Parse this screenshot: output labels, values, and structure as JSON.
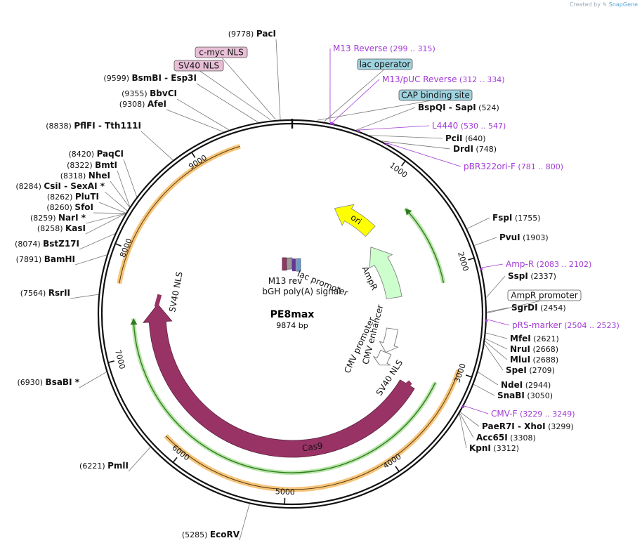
{
  "credit": {
    "prefix": "Created by",
    "brand": "SnapGene"
  },
  "plasmid": {
    "name": "PE8max",
    "size_label": "9874 bp",
    "length": 9874
  },
  "ticks": [
    {
      "bp": 1000,
      "label": "1000"
    },
    {
      "bp": 2000,
      "label": "2000"
    },
    {
      "bp": 3000,
      "label": "3000"
    },
    {
      "bp": 4000,
      "label": "4000"
    },
    {
      "bp": 5000,
      "label": "5000"
    },
    {
      "bp": 6000,
      "label": "6000"
    },
    {
      "bp": 7000,
      "label": "7000"
    },
    {
      "bp": 8000,
      "label": "8000"
    },
    {
      "bp": 9000,
      "label": "9000"
    }
  ],
  "enzymes": [
    {
      "name": "PacI",
      "pos": "(9778)",
      "bp": 9778,
      "side": "left"
    },
    {
      "name": "BsmBI",
      "name2": "Esp3I",
      "pos": "(9599)",
      "bp": 9599,
      "side": "left"
    },
    {
      "name": "BbvCI",
      "pos": "(9355)",
      "bp": 9355,
      "side": "left"
    },
    {
      "name": "AfeI",
      "pos": "(9308)",
      "bp": 9308,
      "side": "left"
    },
    {
      "name": "PflFI",
      "name2": "Tth111I",
      "pos": "(8838)",
      "bp": 8838,
      "side": "left"
    },
    {
      "name": "PaqCI",
      "pos": "(8420)",
      "bp": 8420,
      "side": "left"
    },
    {
      "name": "BmtI",
      "pos": "(8322)",
      "bp": 8322,
      "side": "left"
    },
    {
      "name": "NheI",
      "pos": "(8318)",
      "bp": 8318,
      "side": "left"
    },
    {
      "name": "CsiI",
      "name2": "SexAI *",
      "pos": "(8284)",
      "bp": 8284,
      "side": "left"
    },
    {
      "name": "PluTI",
      "pos": "(8262)",
      "bp": 8262,
      "side": "left"
    },
    {
      "name": "SfoI",
      "pos": "(8260)",
      "bp": 8260,
      "side": "left"
    },
    {
      "name": "NarI *",
      "pos": "(8259)",
      "bp": 8259,
      "side": "left"
    },
    {
      "name": "KasI",
      "pos": "(8258)",
      "bp": 8258,
      "side": "left"
    },
    {
      "name": "BstZ17I",
      "pos": "(8074)",
      "bp": 8074,
      "side": "left"
    },
    {
      "name": "BamHI",
      "pos": "(7891)",
      "bp": 7891,
      "side": "left"
    },
    {
      "name": "RsrII",
      "pos": "(7564)",
      "bp": 7564,
      "side": "left"
    },
    {
      "name": "BsaBI *",
      "pos": "(6930)",
      "bp": 6930,
      "side": "left"
    },
    {
      "name": "PmlI",
      "pos": "(6221)",
      "bp": 6221,
      "side": "left"
    },
    {
      "name": "EcoRV",
      "pos": "(5285)",
      "bp": 5285,
      "side": "left"
    },
    {
      "name": "BspQI",
      "name2": "SapI",
      "pos": "(524)",
      "bp": 524,
      "side": "right"
    },
    {
      "name": "PciI",
      "pos": "(640)",
      "bp": 640,
      "side": "right"
    },
    {
      "name": "DrdI",
      "pos": "(748)",
      "bp": 748,
      "side": "right"
    },
    {
      "name": "FspI",
      "pos": "(1755)",
      "bp": 1755,
      "side": "right"
    },
    {
      "name": "PvuI",
      "pos": "(1903)",
      "bp": 1903,
      "side": "right"
    },
    {
      "name": "SspI",
      "pos": "(2337)",
      "bp": 2337,
      "side": "right"
    },
    {
      "name": "SgrDI",
      "pos": "(2454)",
      "bp": 2454,
      "side": "right"
    },
    {
      "name": "MfeI",
      "pos": "(2621)",
      "bp": 2621,
      "side": "right"
    },
    {
      "name": "NruI",
      "pos": "(2668)",
      "bp": 2668,
      "side": "right"
    },
    {
      "name": "MluI",
      "pos": "(2688)",
      "bp": 2688,
      "side": "right"
    },
    {
      "name": "SpeI",
      "pos": "(2709)",
      "bp": 2709,
      "side": "right"
    },
    {
      "name": "NdeI",
      "pos": "(2944)",
      "bp": 2944,
      "side": "right"
    },
    {
      "name": "SnaBI",
      "pos": "(3050)",
      "bp": 3050,
      "side": "right"
    },
    {
      "name": "PaeR7I",
      "name2": "XhoI",
      "pos": "(3299)",
      "bp": 3299,
      "side": "right"
    },
    {
      "name": "Acc65I",
      "pos": "(3308)",
      "bp": 3308,
      "side": "right"
    },
    {
      "name": "KpnI",
      "pos": "(3312)",
      "bp": 3312,
      "side": "right"
    }
  ],
  "primers": [
    {
      "name": "M13 Reverse",
      "range": "(299 .. 315)",
      "bp": 307
    },
    {
      "name": "M13/pUC Reverse",
      "range": "(312 .. 334)",
      "bp": 323
    },
    {
      "name": "L4440",
      "range": "(530 .. 547)",
      "bp": 538
    },
    {
      "name": "pBR322ori-F",
      "range": "(781 .. 800)",
      "bp": 790
    },
    {
      "name": "Amp-R",
      "range": "(2083 .. 2102)",
      "bp": 2092
    },
    {
      "name": "pRS-marker",
      "range": "(2504 .. 2523)",
      "bp": 2513
    },
    {
      "name": "CMV-F",
      "range": "(3229 .. 3249)",
      "bp": 3239
    }
  ],
  "boxed_labels": [
    {
      "text": "c-myc NLS",
      "color": "#e8bfd6",
      "bp": 9740
    },
    {
      "text": "SV40 NLS",
      "color": "#e8bfd6",
      "bp": 9700
    },
    {
      "text": "lac operator",
      "color": "#9fd3e0",
      "bp": 260
    },
    {
      "text": "CAP binding site",
      "color": "#9fd3e0",
      "bp": 200
    },
    {
      "text": "AmpR promoter",
      "color": "#ffffff",
      "bp": 2460
    }
  ],
  "features": [
    {
      "name": "ori",
      "start": 600,
      "end": 1190,
      "dir": "ccw",
      "color": "#ffff00",
      "label": "ori"
    },
    {
      "name": "AmpR",
      "start": 1360,
      "end": 2220,
      "dir": "ccw",
      "color": "#ccffcc",
      "label": "AmpR"
    },
    {
      "name": "CMV enhancer",
      "start": 2700,
      "end": 3080,
      "dir": "cw",
      "color": "#ffffff",
      "label": "CMV enhancer"
    },
    {
      "name": "CMV promoter",
      "start": 3080,
      "end": 3300,
      "dir": "cw",
      "color": "#ffffff",
      "label": "CMV promoter"
    },
    {
      "name": "Cas9",
      "start": 3330,
      "end": 7520,
      "dir": "cw",
      "color": "#993366",
      "label": "Cas9"
    },
    {
      "name": "SV40 NLS",
      "start": 7540,
      "end": 7580,
      "dir": "none",
      "color": "#993366",
      "label": "SV40 NLS"
    },
    {
      "name": "bGH poly(A) signal",
      "start": 9680,
      "end": 9870,
      "dir": "none",
      "color": "#999999",
      "label": "bGH poly(A) signal"
    },
    {
      "name": "lac promoter",
      "start": 140,
      "end": 170,
      "dir": "none",
      "color": "#6699cc",
      "label": "lac promoter"
    },
    {
      "name": "M13 rev",
      "start": 100,
      "end": 130,
      "dir": "none",
      "color": "#cc66aa",
      "label": "M13 rev"
    }
  ],
  "orf_arcs": [
    {
      "start": 7680,
      "end": 9400,
      "color": "#f5c57a"
    },
    {
      "start": 2980,
      "end": 6200,
      "color": "#f5c57a"
    }
  ],
  "green_arcs": [
    {
      "start": 1290,
      "end": 2150,
      "dir": "ccw"
    },
    {
      "start": 3170,
      "end": 7360,
      "dir": "cw"
    }
  ],
  "colors": {
    "primer": "#a33ad6",
    "backbone": "#111111"
  }
}
